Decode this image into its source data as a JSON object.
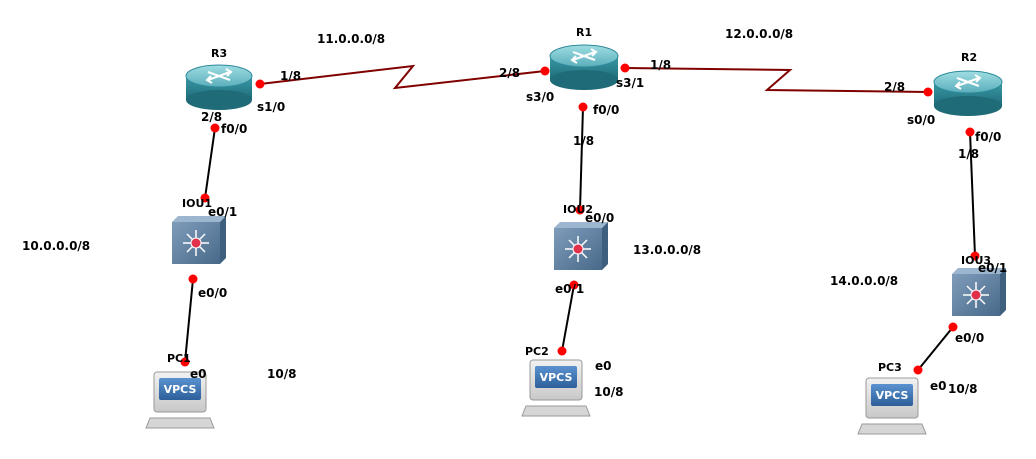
{
  "devices": {
    "r3": {
      "name": "R3"
    },
    "r1": {
      "name": "R1"
    },
    "r2": {
      "name": "R2"
    },
    "iou1": {
      "name": "IOU1"
    },
    "iou2": {
      "name": "IOU2"
    },
    "iou3": {
      "name": "IOU3"
    },
    "pc1": {
      "name": "PC1",
      "screen": "VPCS"
    },
    "pc2": {
      "name": "PC2",
      "screen": "VPCS"
    },
    "pc3": {
      "name": "PC3",
      "screen": "VPCS"
    }
  },
  "networks": {
    "r3_r1": "11.0.0.0/8",
    "r1_r2": "12.0.0.0/8",
    "lan1": "10.0.0.0/8",
    "lan2": "13.0.0.0/8",
    "lan3": "14.0.0.0/8"
  },
  "interfaces": {
    "r3_s10": "s1/0",
    "r3_s10_addr": "1/8",
    "r1_s30": "s3/0",
    "r1_s30_addr": "2/8",
    "r1_s31": "s3/1",
    "r1_s31_addr": "1/8",
    "r2_s00": "s0/0",
    "r2_s00_addr": "2/8",
    "r3_f00": "f0/0",
    "r3_f00_addr": "2/8",
    "r1_f00": "f0/0",
    "r1_f00_addr": "1/8",
    "r2_f00": "f0/0",
    "r2_f00_addr": "1/8",
    "iou1_e01": "e0/1",
    "iou1_e00": "e0/0",
    "iou2_e00": "e0/0",
    "iou2_e01": "e0/1",
    "iou3_e01": "e0/1",
    "iou3_e00": "e0/0",
    "pc1_e0": "e0",
    "pc1_addr": "10/8",
    "pc2_e0": "e0",
    "pc2_addr": "10/8",
    "pc3_e0": "e0",
    "pc3_addr": "10/8"
  },
  "colors": {
    "serial_link": "#800000",
    "ethernet_link": "#000000",
    "port_dot": "#ff0000",
    "router_top": "#7ac5cc",
    "router_body": "#2e8a9a",
    "switch_body": "#5b7d9c",
    "switch_center": "#e0304a",
    "vpcs_blue": "#3f78b8"
  }
}
